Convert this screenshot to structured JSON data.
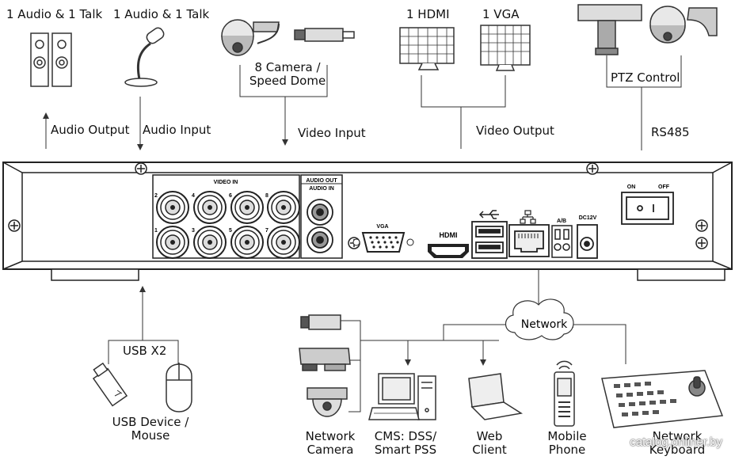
{
  "labels": {
    "audio_talk": "1 Audio  & 1 Talk",
    "audio_talk_mic": "1 Audio & 1 Talk",
    "camera_line1": "8  Camera /",
    "camera_line2": "Speed Dome",
    "hdmi": "1 HDMI",
    "vga": "1 VGA",
    "ptz": "PTZ Control",
    "audio_output": "Audio  Output",
    "audio_input": "Audio  Input",
    "video_input": "Video Input",
    "video_output": "Video Output",
    "rs485": "RS485",
    "usb_x2": "USB X2",
    "usb_line1": "USB Device /",
    "usb_line2": "Mouse",
    "network": "Network",
    "netcam_line1": "Network",
    "netcam_line2": "Camera",
    "cms_line1": "CMS: DSS/",
    "cms_line2": "Smart PSS",
    "web_line1": "Web",
    "web_line2": "Client",
    "mobile_line1": "Mobile",
    "mobile_line2": "Phone",
    "keyboard_line1": "Network",
    "keyboard_line2": "Keyboard"
  },
  "panel": {
    "video_in": "VIDEO IN",
    "audio_out": "AUDIO OUT",
    "audio_in": "AUDIO IN",
    "vga": "VGA",
    "hdmi": "HDMI",
    "ab": "A/B",
    "dc": "DC12V",
    "on": "ON",
    "off": "OFF",
    "ch_top": [
      "2",
      "4",
      "6",
      "8"
    ],
    "ch_bottom": [
      "1",
      "3",
      "5",
      "7"
    ]
  },
  "watermark": "catalog.onliner.by"
}
